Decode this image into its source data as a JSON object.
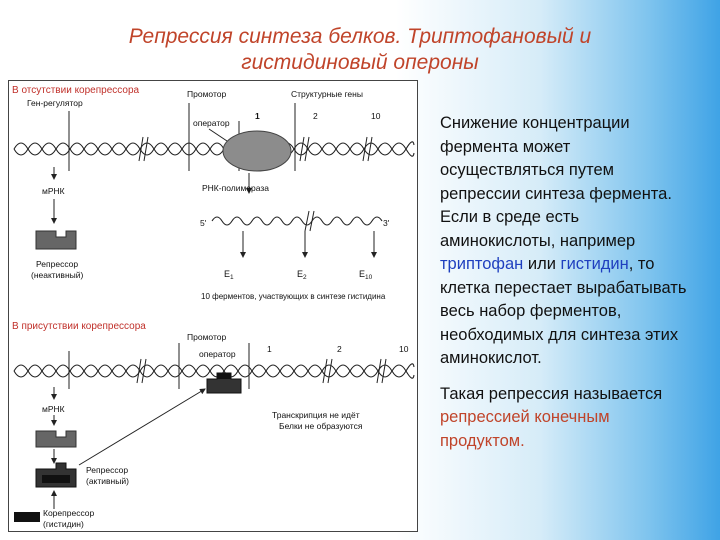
{
  "title": {
    "line1": "Репрессия синтеза белков. Триптофановый и",
    "line2": "гистидиновый опероны"
  },
  "diagram": {
    "top": {
      "header": "В отсутствии корепрессора",
      "regulator_gene": "Ген-регулятор",
      "promoter": "Промотор",
      "structural_genes": "Структурные гены",
      "operator": "оператор",
      "gene_numbers": [
        "1",
        "2",
        "10"
      ],
      "mrna": "мРНК",
      "rna_polymerase": "РНК-полимераза",
      "five_prime": "5'",
      "three_prime": "3'",
      "enzymes": [
        "E",
        "E",
        "E"
      ],
      "enzyme_subs": [
        "1",
        "2",
        "10"
      ],
      "enzymes_caption": "10 ферментов, участвующих в синтезе гистидина",
      "repressor_line1": "Репрессор",
      "repressor_line2": "(неактивный)"
    },
    "bottom": {
      "header": "В присутствии корепрессора",
      "promoter": "Промотор",
      "operator": "оператор",
      "gene_numbers": [
        "1",
        "2",
        "10"
      ],
      "mrna": "мРНК",
      "no_transcription_line1": "Транскрипция не идёт",
      "no_transcription_line2": "Белки не образуются",
      "repressor_line1": "Репрессор",
      "repressor_line2": "(активный)",
      "corepressor_line1": "Корепрессор",
      "corepressor_line2": "(гистидин)"
    }
  },
  "side_text": {
    "p1_part1": "Снижение концентрации фермента может осуществляться путем репрессии синтеза фермента. Если в среде есть аминокислоты, например ",
    "p1_kw1": "триптофан",
    "p1_part2": " или ",
    "p1_kw2": "гистидин",
    "p1_part3": ", то клетка перестает вырабатывать весь набор ферментов, необходимых для синтеза этих аминокислот.",
    "p2_part1": "Такая репрессия называется ",
    "p2_kw": "репрессией конечным продуктом."
  },
  "colors": {
    "title": "#c0442a",
    "keyword_blue": "#1f3fbf",
    "keyword_red": "#c0442a",
    "panel_header": "#c0302a"
  }
}
